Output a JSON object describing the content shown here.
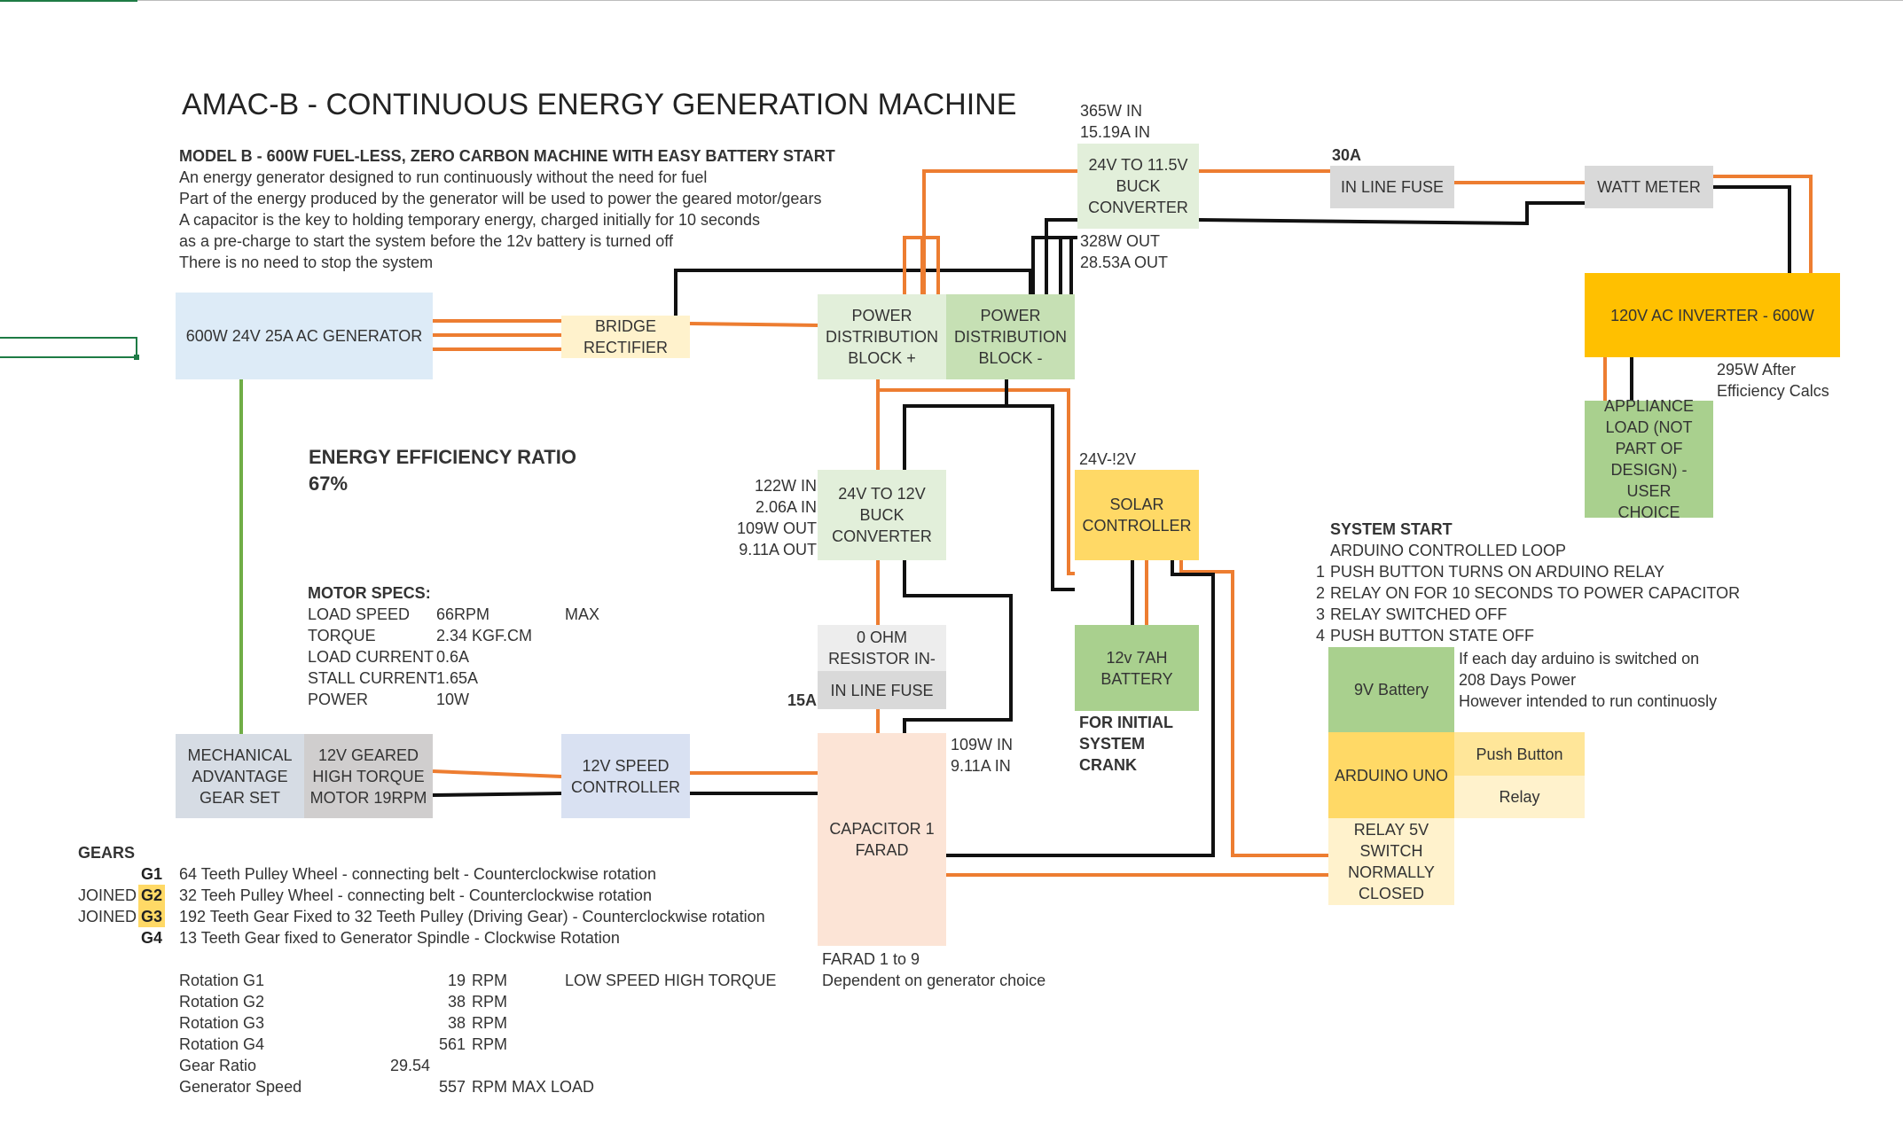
{
  "title": "AMAC-B - CONTINUOUS ENERGY GENERATION MACHINE",
  "subtitle": "MODEL B - 600W FUEL-LESS, ZERO CARBON MACHINE WITH EASY BATTERY START",
  "description": [
    "An energy generator designed to run continuously without the need for fuel",
    "Part of the energy produced by the generator will be used to power the geared motor/gears",
    "A capacitor is the key to holding temporary energy, charged initially for 10 seconds",
    "as a pre-charge to start the system before the 12v battery is turned off",
    "There is no need to stop the system"
  ],
  "colors": {
    "orange_wire": "#ed7d31",
    "black_wire": "#111111",
    "green_wire": "#70ad47",
    "generator": "#ddebf7",
    "rectifier": "#fff2cc",
    "dist_plus": "#e2efda",
    "dist_minus": "#c6e0b4",
    "buck": "#e2efda",
    "gray": "#d9d9d9",
    "capacitor": "#fce4d6",
    "controller": "#d9e1f2",
    "inverter": "#ffc000",
    "solar": "#ffd966",
    "battery": "#a9d08e",
    "relay_light": "#fff2cc",
    "gear_highlight": "#ffd966"
  },
  "boxes": {
    "generator": "600W 24V 25A AC GENERATOR",
    "rectifier": "BRIDGE\nRECTIFIER",
    "dist_plus": "POWER\nDISTRIBUTION\nBLOCK +",
    "dist_minus": "POWER\nDISTRIBUTION\nBLOCK -",
    "buck_115": "24V TO 11.5V\nBUCK\nCONVERTER",
    "fuse_30": "IN LINE FUSE",
    "watt_meter": "WATT METER",
    "inverter": "120V AC INVERTER - 600W",
    "appliance": "APPLIANCE\nLOAD (NOT\nPART OF\nDESIGN) - USER\nCHOICE",
    "buck_12": "24V TO 12V\nBUCK\nCONVERTER",
    "resistor": "0 OHM\nRESISTOR IN-",
    "fuse_15": "IN LINE FUSE",
    "solar": "SOLAR\nCONTROLLER",
    "battery_12v": "12v 7AH\nBATTERY",
    "gear_set": "MECHANICAL\nADVANTAGE\nGEAR SET",
    "geared_motor": "12V GEARED\nHIGH TORQUE\nMOTOR 19RPM",
    "speed_controller": "12V SPEED\nCONTROLLER",
    "capacitor": "CAPACITOR 1\nFARAD",
    "battery_9v": "9V Battery",
    "arduino": "ARDUINO UNO",
    "push_button": "Push Button",
    "relay": "Relay",
    "relay_switch": "RELAY 5V\nSWITCH\nNORMALLY\nCLOSED"
  },
  "labels": {
    "buck_115_in": "365W IN\n15.19A IN",
    "buck_115_out": "328W OUT\n28.53A OUT",
    "fuse_30_rating": "30A",
    "inverter_note": "295W After\nEfficiency Calcs",
    "buck_12_stats": "122W IN\n2.06A IN\n109W OUT\n9.11A OUT",
    "fuse_15_rating": "15A",
    "capacitor_in": "109W IN\n9.11A IN",
    "farad_note": "FARAD 1 to 9\nDependent on generator choice",
    "solar_voltage": "24V-!2V",
    "battery_note": "FOR INITIAL\nSYSTEM\nCRANK",
    "arduino_note": "If each day arduino is switched on\n208 Days Power\nHowever intended to run continuosly"
  },
  "efficiency": {
    "heading": "ENERGY EFFICIENCY RATIO",
    "value": "67%"
  },
  "motor_specs": {
    "heading": "MOTOR SPECS:",
    "rows": [
      {
        "name": "LOAD SPEED",
        "value": "66RPM",
        "extra": "MAX"
      },
      {
        "name": "TORQUE",
        "value": "2.34 KGF.CM",
        "extra": ""
      },
      {
        "name": "LOAD CURRENT",
        "value": "0.6A",
        "extra": ""
      },
      {
        "name": "STALL CURRENT",
        "value": "1.65A",
        "extra": ""
      },
      {
        "name": "POWER",
        "value": "10W",
        "extra": ""
      }
    ]
  },
  "system_start": {
    "heading": "SYSTEM START",
    "subheading": "ARDUINO CONTROLLED LOOP",
    "steps": [
      {
        "n": "1",
        "text": "PUSH BUTTON TURNS ON ARDUINO RELAY"
      },
      {
        "n": "2",
        "text": "RELAY ON FOR 10 SECONDS TO POWER CAPACITOR"
      },
      {
        "n": "3",
        "text": "RELAY SWITCHED OFF"
      },
      {
        "n": "4",
        "text": "PUSH BUTTON STATE OFF"
      }
    ]
  },
  "gears": {
    "heading": "GEARS",
    "rows": [
      {
        "joined": "",
        "id": "G1",
        "desc": "64 Teeth Pulley Wheel - connecting belt - Counterclockwise rotation",
        "highlight": false
      },
      {
        "joined": "JOINED",
        "id": "G2",
        "desc": "32 Teeh Pulley Wheel - connecting belt - Counterclockwise rotation",
        "highlight": true
      },
      {
        "joined": "JOINED",
        "id": "G3",
        "desc": "192 Teeth Gear Fixed to 32 Teeth Pulley (Driving Gear) - Counterclockwise rotation",
        "highlight": true
      },
      {
        "joined": "",
        "id": "G4",
        "desc": "13 Teeth Gear fixed to Generator Spindle - Clockwise Rotation",
        "highlight": false
      }
    ]
  },
  "rotations": [
    {
      "name": "Rotation G1",
      "value": "19",
      "unit": "RPM"
    },
    {
      "name": "Rotation G2",
      "value": "38",
      "unit": "RPM"
    },
    {
      "name": "Rotation G3",
      "value": "38",
      "unit": "RPM"
    },
    {
      "name": "Rotation G4",
      "value": "561",
      "unit": "RPM"
    },
    {
      "name": "Gear Ratio",
      "value": "29.54",
      "unit": ""
    },
    {
      "name": "Generator Speed",
      "value": "557",
      "unit": "RPM MAX LOAD"
    }
  ],
  "low_speed_note": "LOW SPEED HIGH TORQUE"
}
